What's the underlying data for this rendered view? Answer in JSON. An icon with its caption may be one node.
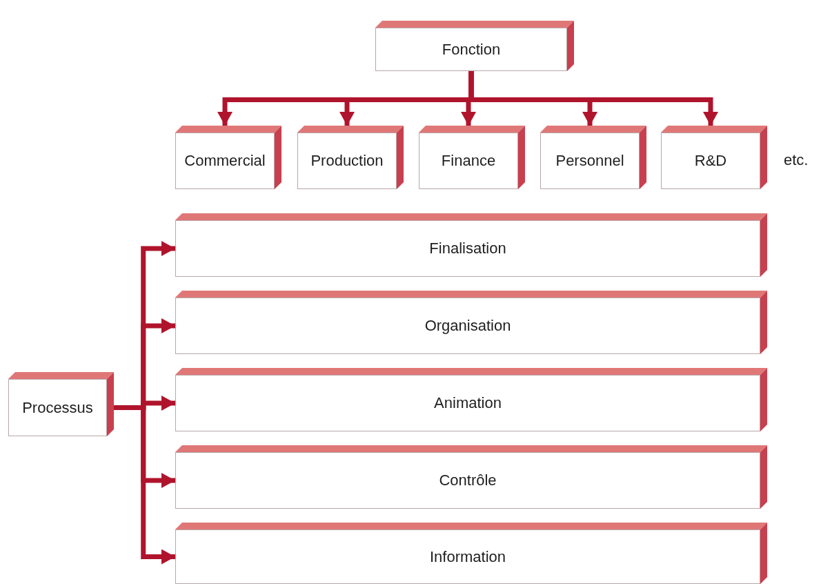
{
  "diagram": {
    "nodes": [
      {
        "text": [
          "Fonction"
        ]
      },
      {
        "text": [
          "Commercial"
        ]
      },
      {
        "text": [
          "Production"
        ]
      },
      {
        "text": [
          "Finance"
        ]
      },
      {
        "text": [
          "Personnel"
        ]
      },
      {
        "text": [
          "R&D"
        ]
      },
      {
        "text": [
          "Processus"
        ]
      },
      {
        "text": [
          "Finalisation"
        ]
      },
      {
        "text": [
          "Organisation"
        ]
      },
      {
        "text": [
          "Animation"
        ]
      },
      {
        "text": [
          "Contrôle"
        ]
      },
      {
        "text": [
          "Information"
        ]
      }
    ],
    "edges": [
      {
        "from": 0,
        "to": 1,
        "arrow": "to"
      },
      {
        "from": 0,
        "to": 2,
        "arrow": "to"
      },
      {
        "from": 0,
        "to": 3,
        "arrow": "to"
      },
      {
        "from": 0,
        "to": 4,
        "arrow": "to"
      },
      {
        "from": 0,
        "to": 5,
        "arrow": "to"
      },
      {
        "from": 6,
        "to": 7,
        "arrow": "to"
      },
      {
        "from": 6,
        "to": 8,
        "arrow": "to"
      },
      {
        "from": 6,
        "to": 9,
        "arrow": "to"
      },
      {
        "from": 6,
        "to": 10,
        "arrow": "to"
      },
      {
        "from": 6,
        "to": 11,
        "arrow": "to"
      }
    ],
    "labels": [
      "etc."
    ]
  }
}
